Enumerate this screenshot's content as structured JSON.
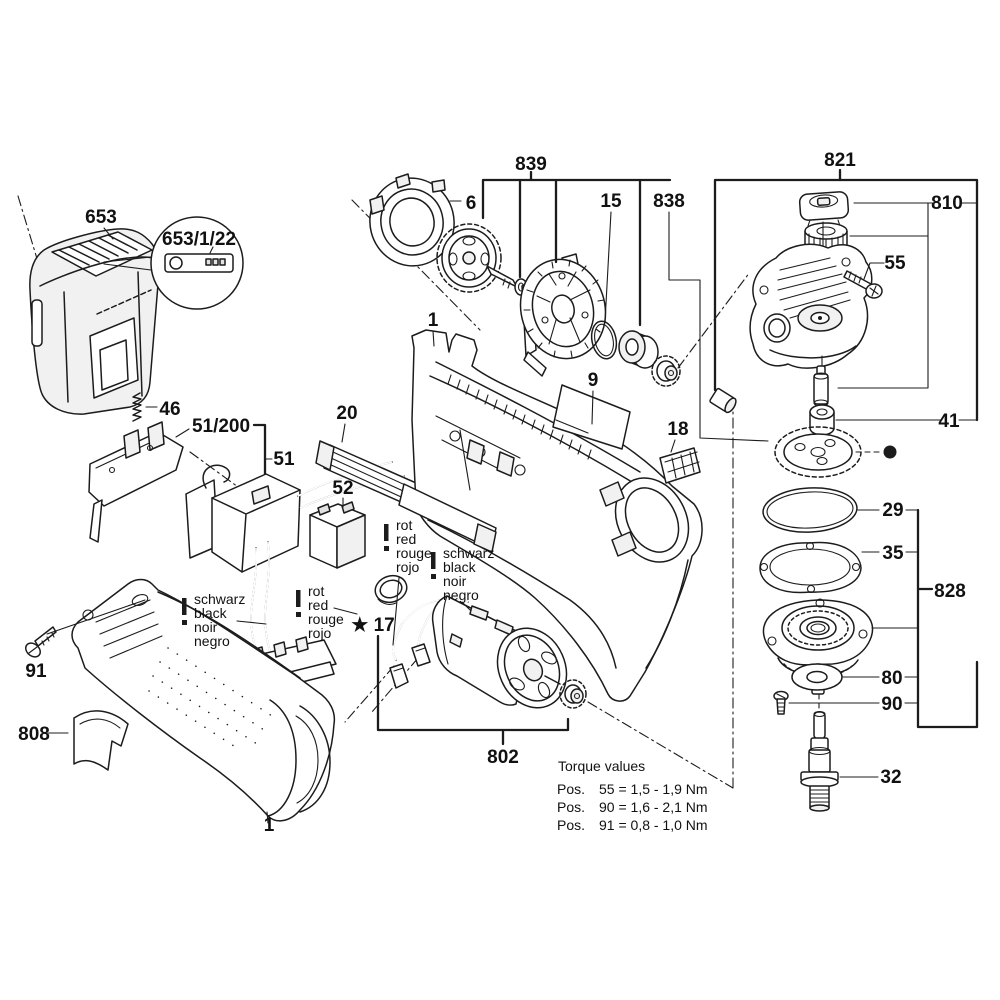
{
  "part_labels": {
    "battery": "653",
    "battery_callout": "653/1/22",
    "spring": "46",
    "contact_plate": "51/200",
    "switch": "51",
    "block": "52",
    "rail": "20",
    "housing_top": "1",
    "fan_cover": "6",
    "armature_kit": "839",
    "oring_small": "15",
    "gear_set": "838",
    "nameplate": "9",
    "vent_cover": "18",
    "gearbox_kit": "821",
    "spindle_kit": "810",
    "screw_gearbox": "55",
    "spacer": "41",
    "oring_large": "29",
    "gasket": "35",
    "flange_kit": "828",
    "washer": "80",
    "screw_flange": "90",
    "spindle": "32",
    "screw_housing": "91",
    "label_sticker": "808",
    "housing_bottom": "1",
    "motor_kit": "802",
    "grommet_star": "★ 17"
  },
  "wires": {
    "red": {
      "de": "rot",
      "en": "red",
      "fr": "rouge",
      "es": "rojo"
    },
    "black": {
      "de": "schwarz",
      "en": "black",
      "fr": "noir",
      "es": "negro"
    }
  },
  "torque": {
    "title": "Torque values",
    "rows": [
      {
        "pos": "Pos.",
        "entry": "55 = 1,5 - 1,9 Nm"
      },
      {
        "pos": "Pos.",
        "entry": "90 = 1,6 - 2,1 Nm"
      },
      {
        "pos": "Pos.",
        "entry": "91 = 0,8 - 1,0 Nm"
      }
    ]
  }
}
